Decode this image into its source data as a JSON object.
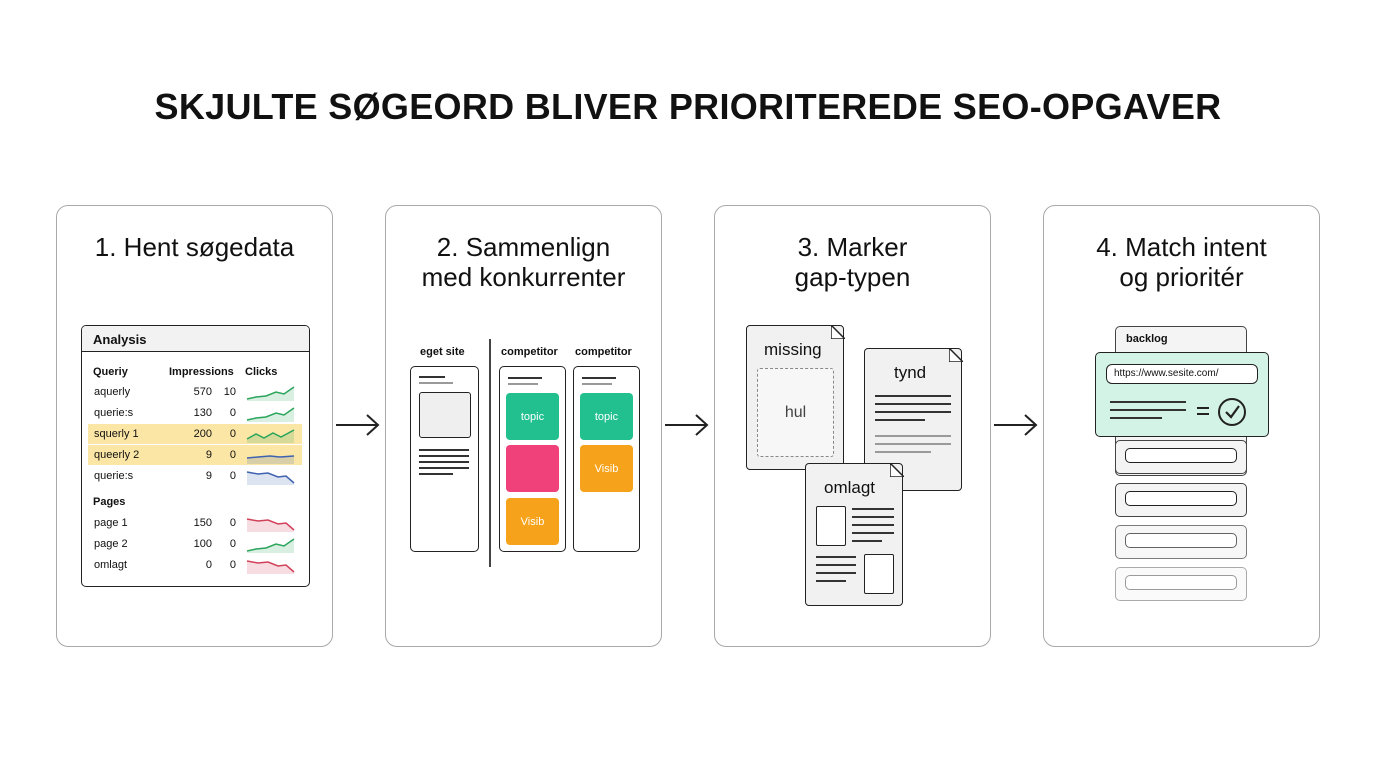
{
  "title": "SKJULTE SØGEORD BLIVER PRIORITEREDE SEO-OPGAVER",
  "steps": [
    {
      "title_l1": "1. Hent søgedata",
      "title_l2": ""
    },
    {
      "title_l1": "2. Sammenlign",
      "title_l2": "med konkurrenter"
    },
    {
      "title_l1": "3. Marker",
      "title_l2": "gap-typen"
    },
    {
      "title_l1": "4. Match intent",
      "title_l2": "og prioritér"
    }
  ],
  "analysis": {
    "header": "Analysis",
    "col_query": "Queriy",
    "col_impressions": "Impressions",
    "col_clicks": "Clicks",
    "queries": [
      {
        "name": "aquerly",
        "impressions": "570",
        "clicks": "10",
        "trend": "up",
        "color": "#2aa55b",
        "highlight": false
      },
      {
        "name": "querie:s",
        "impressions": "130",
        "clicks": "0",
        "trend": "up",
        "color": "#2aa55b",
        "highlight": false
      },
      {
        "name": "squerly 1",
        "impressions": "200",
        "clicks": "0",
        "trend": "wave",
        "color": "#2aa55b",
        "highlight": true
      },
      {
        "name": "queerly 2",
        "impressions": "9",
        "clicks": "0",
        "trend": "flat",
        "color": "#3e62b0",
        "highlight": true
      },
      {
        "name": "querie:s",
        "impressions": "9",
        "clicks": "0",
        "trend": "down",
        "color": "#3e62b0",
        "highlight": false
      }
    ],
    "pages_label": "Pages",
    "pages": [
      {
        "name": "page 1",
        "impressions": "150",
        "clicks": "0",
        "trend": "down",
        "color": "#d2405a"
      },
      {
        "name": "page 2",
        "impressions": "100",
        "clicks": "0",
        "trend": "up",
        "color": "#2aa55b"
      },
      {
        "name": "omlagt",
        "impressions": "0",
        "clicks": "0",
        "trend": "down",
        "color": "#d2405a"
      }
    ]
  },
  "compare": {
    "own_label": "eget site",
    "competitor1_label": "competitor",
    "competitor2_label": "competitor",
    "competitor1_tiles": [
      {
        "label": "topic",
        "color": "#22c08f"
      },
      {
        "label": "",
        "color": "#f0417a"
      },
      {
        "label": "Visib",
        "color": "#f7a21b"
      }
    ],
    "competitor2_tiles": [
      {
        "label": "topic",
        "color": "#22c08f"
      },
      {
        "label": "Visib",
        "color": "#f7a21b"
      }
    ]
  },
  "gaps": {
    "missing_label": "missing",
    "hole_label": "hul",
    "thin_label": "tynd",
    "restructured_label": "omlagt"
  },
  "backlog": {
    "label": "backlog",
    "url": "https://www.sesite.com/",
    "highlight_color": "#d3f3e6"
  }
}
